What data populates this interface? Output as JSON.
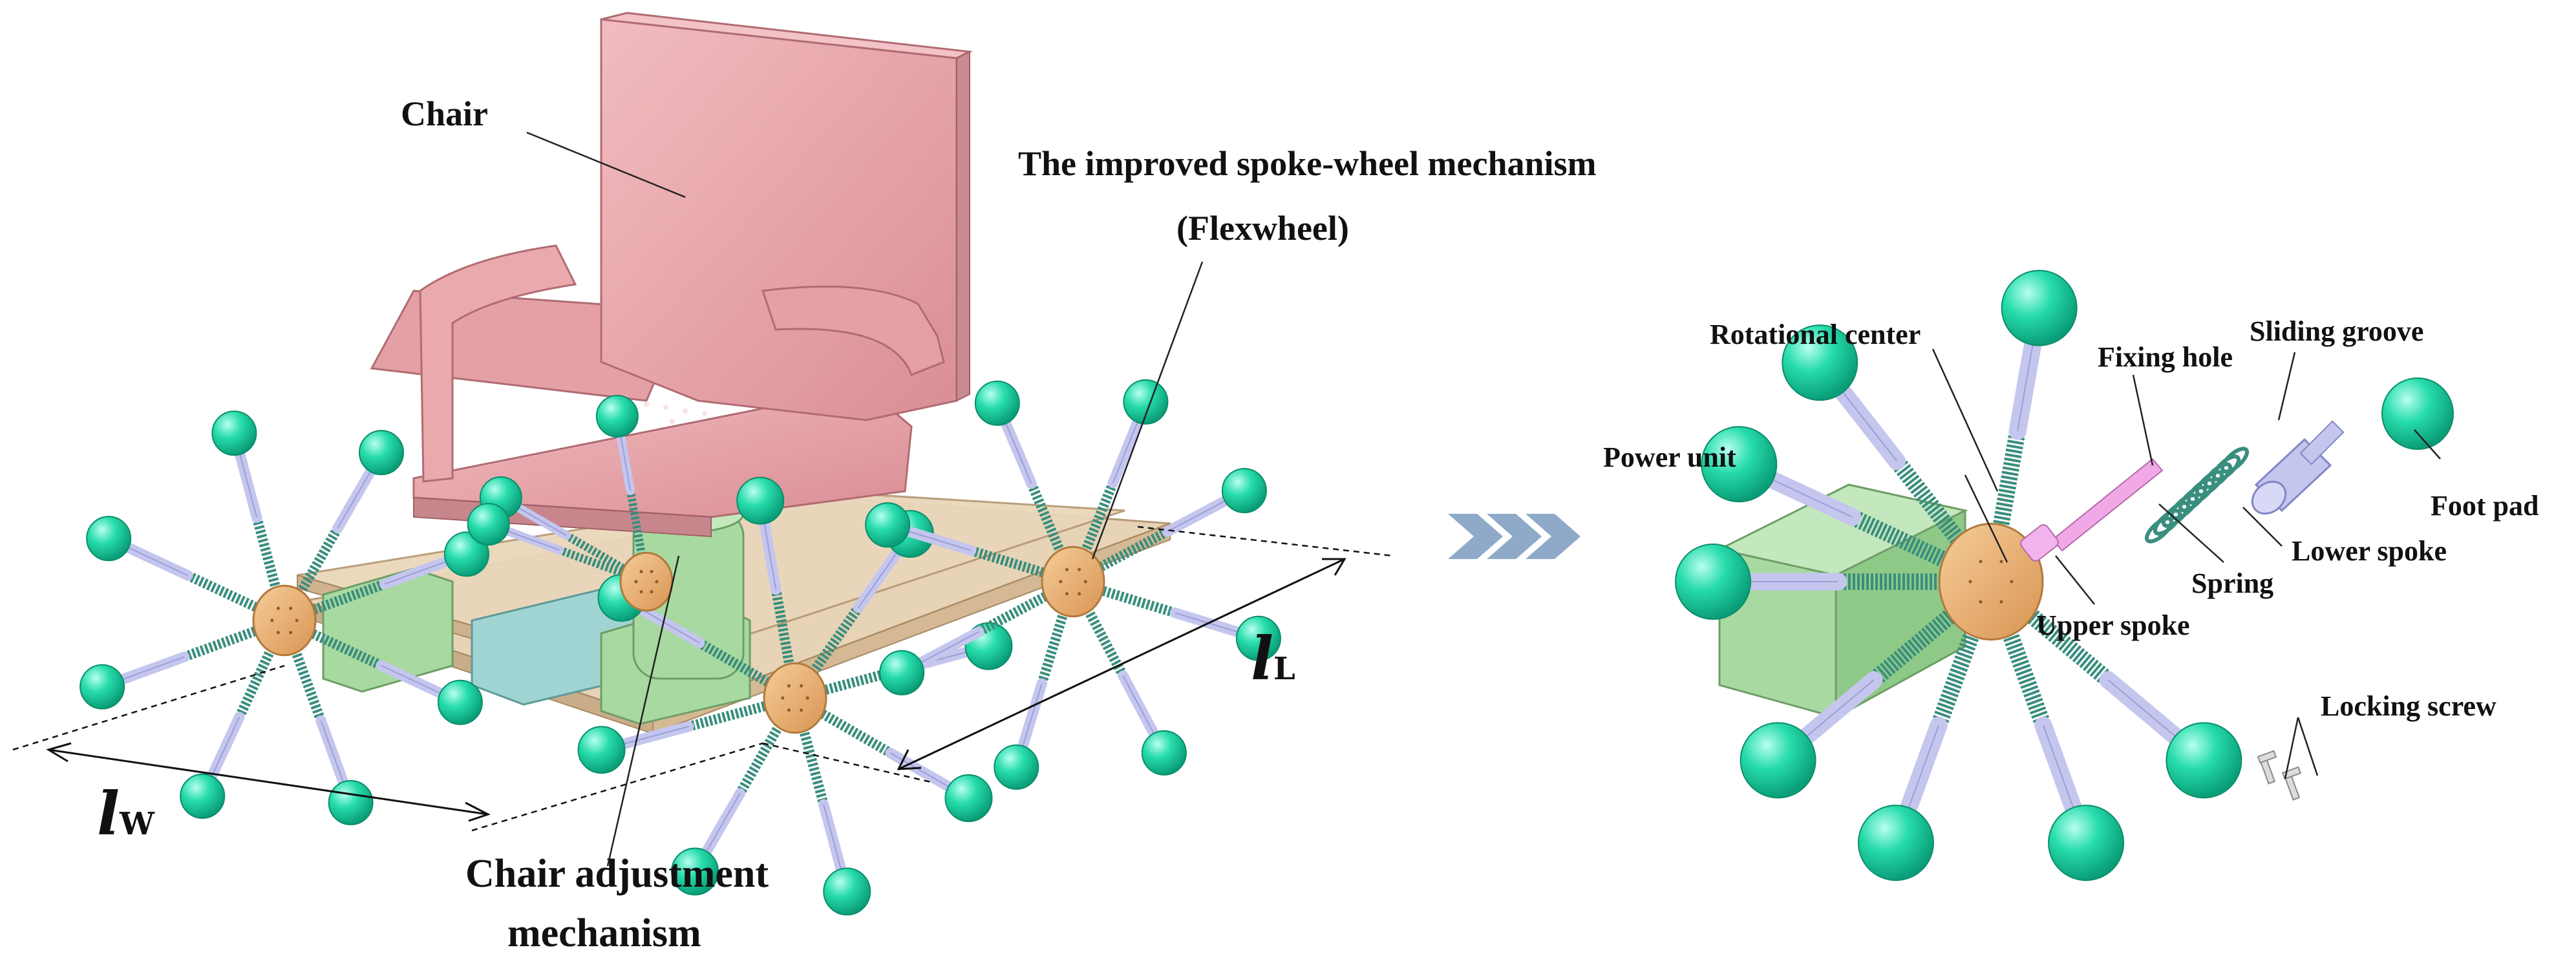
{
  "labels": {
    "chair": "Chair",
    "spoke_title": "The improved spoke-wheel mechanism",
    "flexwheel": "(Flexwheel)",
    "chair_adjust_1": "Chair adjustment",
    "chair_adjust_2": "mechanism",
    "rotational_center": "Rotational center",
    "fixing_hole": "Fixing hole",
    "sliding_groove": "Sliding groove",
    "power_unit": "Power unit",
    "foot_pad": "Foot pad",
    "lower_spoke": "Lower spoke",
    "spring": "Spring",
    "upper_spoke": "Upper spoke",
    "locking_screw": "Locking screw"
  },
  "dimensions": {
    "width_symbol": "l",
    "width_subscript": "W",
    "length_symbol": "l",
    "length_subscript": "L"
  },
  "colors": {
    "chair": "#e9a9ad",
    "base": "#e3cfb0",
    "block": "#a8d9a0",
    "hub": "#e8b27a",
    "spoke": "#c4c6ee",
    "spring": "#3a8e7e",
    "pad": "#1fd6a2",
    "arrow": "#8fa9c8"
  }
}
